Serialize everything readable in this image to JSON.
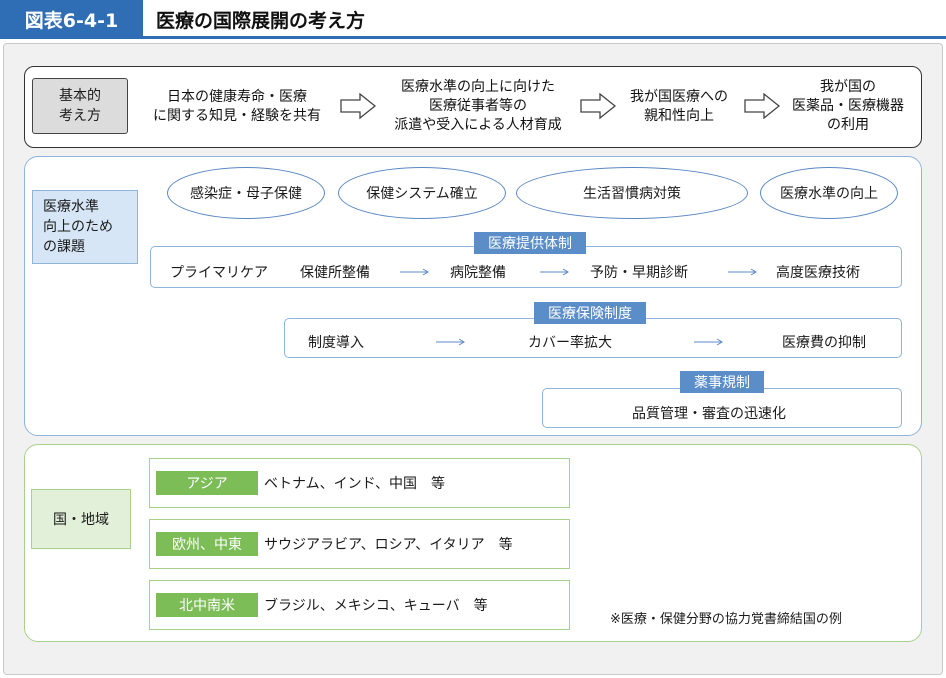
{
  "header": {
    "figure_number": "図表6-4-1",
    "title": "医療の国際展開の考え方"
  },
  "basic": {
    "label": [
      "基本的",
      "考え方"
    ],
    "steps": [
      [
        "日本の健康寿命・医療",
        "に関する知見・経験を共有"
      ],
      [
        "医療水準の向上に向けた",
        "医療従事者等の",
        "派遣や受入による人材育成"
      ],
      [
        "我が国医療への",
        "親和性向上"
      ],
      [
        "我が国の",
        "医薬品・医療機器",
        "の利用"
      ]
    ]
  },
  "issues": {
    "label": [
      "医療水準",
      "向上のため",
      "の課題"
    ],
    "ellipses": [
      "感染症・母子保健",
      "保健システム確立",
      "生活習慣病対策",
      "医療水準の向上"
    ],
    "provision": {
      "tag": "医療提供体制",
      "items": [
        "プライマリケア",
        "保健所整備",
        "病院整備",
        "予防・早期診断",
        "高度医療技術"
      ]
    },
    "insurance": {
      "tag": "医療保険制度",
      "items": [
        "制度導入",
        "カバー率拡大",
        "医療費の抑制"
      ]
    },
    "pharma": {
      "tag": "薬事規制",
      "items": [
        "品質管理・審査の迅速化"
      ]
    }
  },
  "regions": {
    "label": "国・地域",
    "rows": [
      {
        "tag": "アジア",
        "countries": "ベトナム、インド、中国　等"
      },
      {
        "tag": "欧州、中東",
        "countries": "サウジアラビア、ロシア、イタリア　等"
      },
      {
        "tag": "北中南米",
        "countries": "ブラジル、メキシコ、キューバ　等"
      }
    ],
    "note": "※医療・保健分野の協力覚書締結国の例"
  },
  "colors": {
    "header_blue": "#2f6db5",
    "tag_blue": "#5b8dc9",
    "tag_green": "#7cbd57",
    "label_gray": "#dcdcdc"
  }
}
